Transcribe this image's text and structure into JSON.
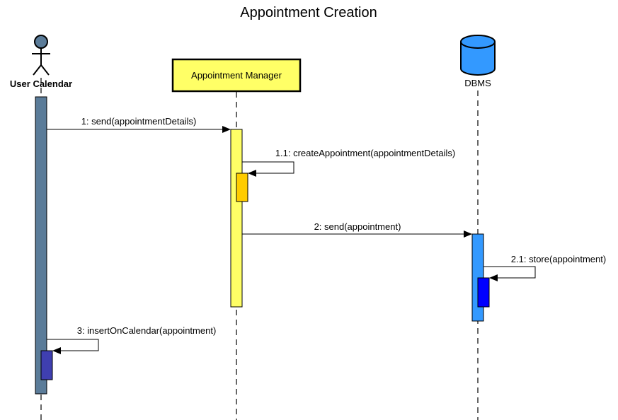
{
  "diagram": {
    "title": "Appointment Creation",
    "participants": {
      "user": {
        "label": "User Calendar",
        "kind": "actor",
        "color": "#5B7C99"
      },
      "manager": {
        "label": "Appointment Manager",
        "kind": "box",
        "fill": "#FFFF66",
        "color": "#FFFF66"
      },
      "dbms": {
        "label": "DBMS",
        "kind": "database",
        "color": "#3399FF"
      }
    },
    "messages": [
      {
        "id": "m1",
        "label": "1: send(appointmentDetails)"
      },
      {
        "id": "m11",
        "label": "1.1: createAppointment(appointmentDetails)"
      },
      {
        "id": "m2",
        "label": "2: send(appointment)"
      },
      {
        "id": "m21",
        "label": "2.1: store(appointment)"
      },
      {
        "id": "m3",
        "label": "3: insertOnCalendar(appointment)"
      }
    ],
    "activation_colors": {
      "user": "#5B7C99",
      "manager": "#FFFF66",
      "manager_self": "#FFCC00",
      "dbms": "#3399FF",
      "dbms_self": "#0000FF",
      "user_self": "#3F3FB0"
    }
  }
}
